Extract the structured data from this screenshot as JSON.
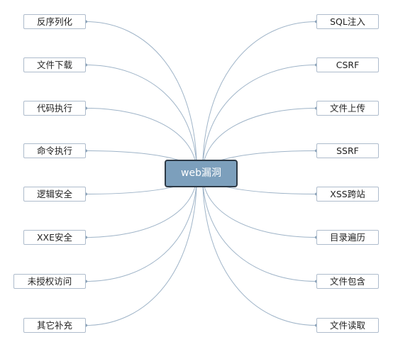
{
  "center": {
    "label": "web漏洞"
  },
  "left_branches": [
    {
      "label": "反序列化"
    },
    {
      "label": "文件下载"
    },
    {
      "label": "代码执行"
    },
    {
      "label": "命令执行"
    },
    {
      "label": "逻辑安全"
    },
    {
      "label": "XXE安全"
    },
    {
      "label": "未授权访问"
    },
    {
      "label": "其它补充"
    }
  ],
  "right_branches": [
    {
      "label": "SQL注入"
    },
    {
      "label": "CSRF"
    },
    {
      "label": "文件上传"
    },
    {
      "label": "SSRF"
    },
    {
      "label": "XSS跨站"
    },
    {
      "label": "目录遍历"
    },
    {
      "label": "文件包含"
    },
    {
      "label": "文件读取"
    }
  ],
  "colors": {
    "center_fill": "#7c9fbc",
    "center_border": "#2e3a46",
    "connector": "#9fb4c8",
    "node_border": "#aebccc"
  }
}
